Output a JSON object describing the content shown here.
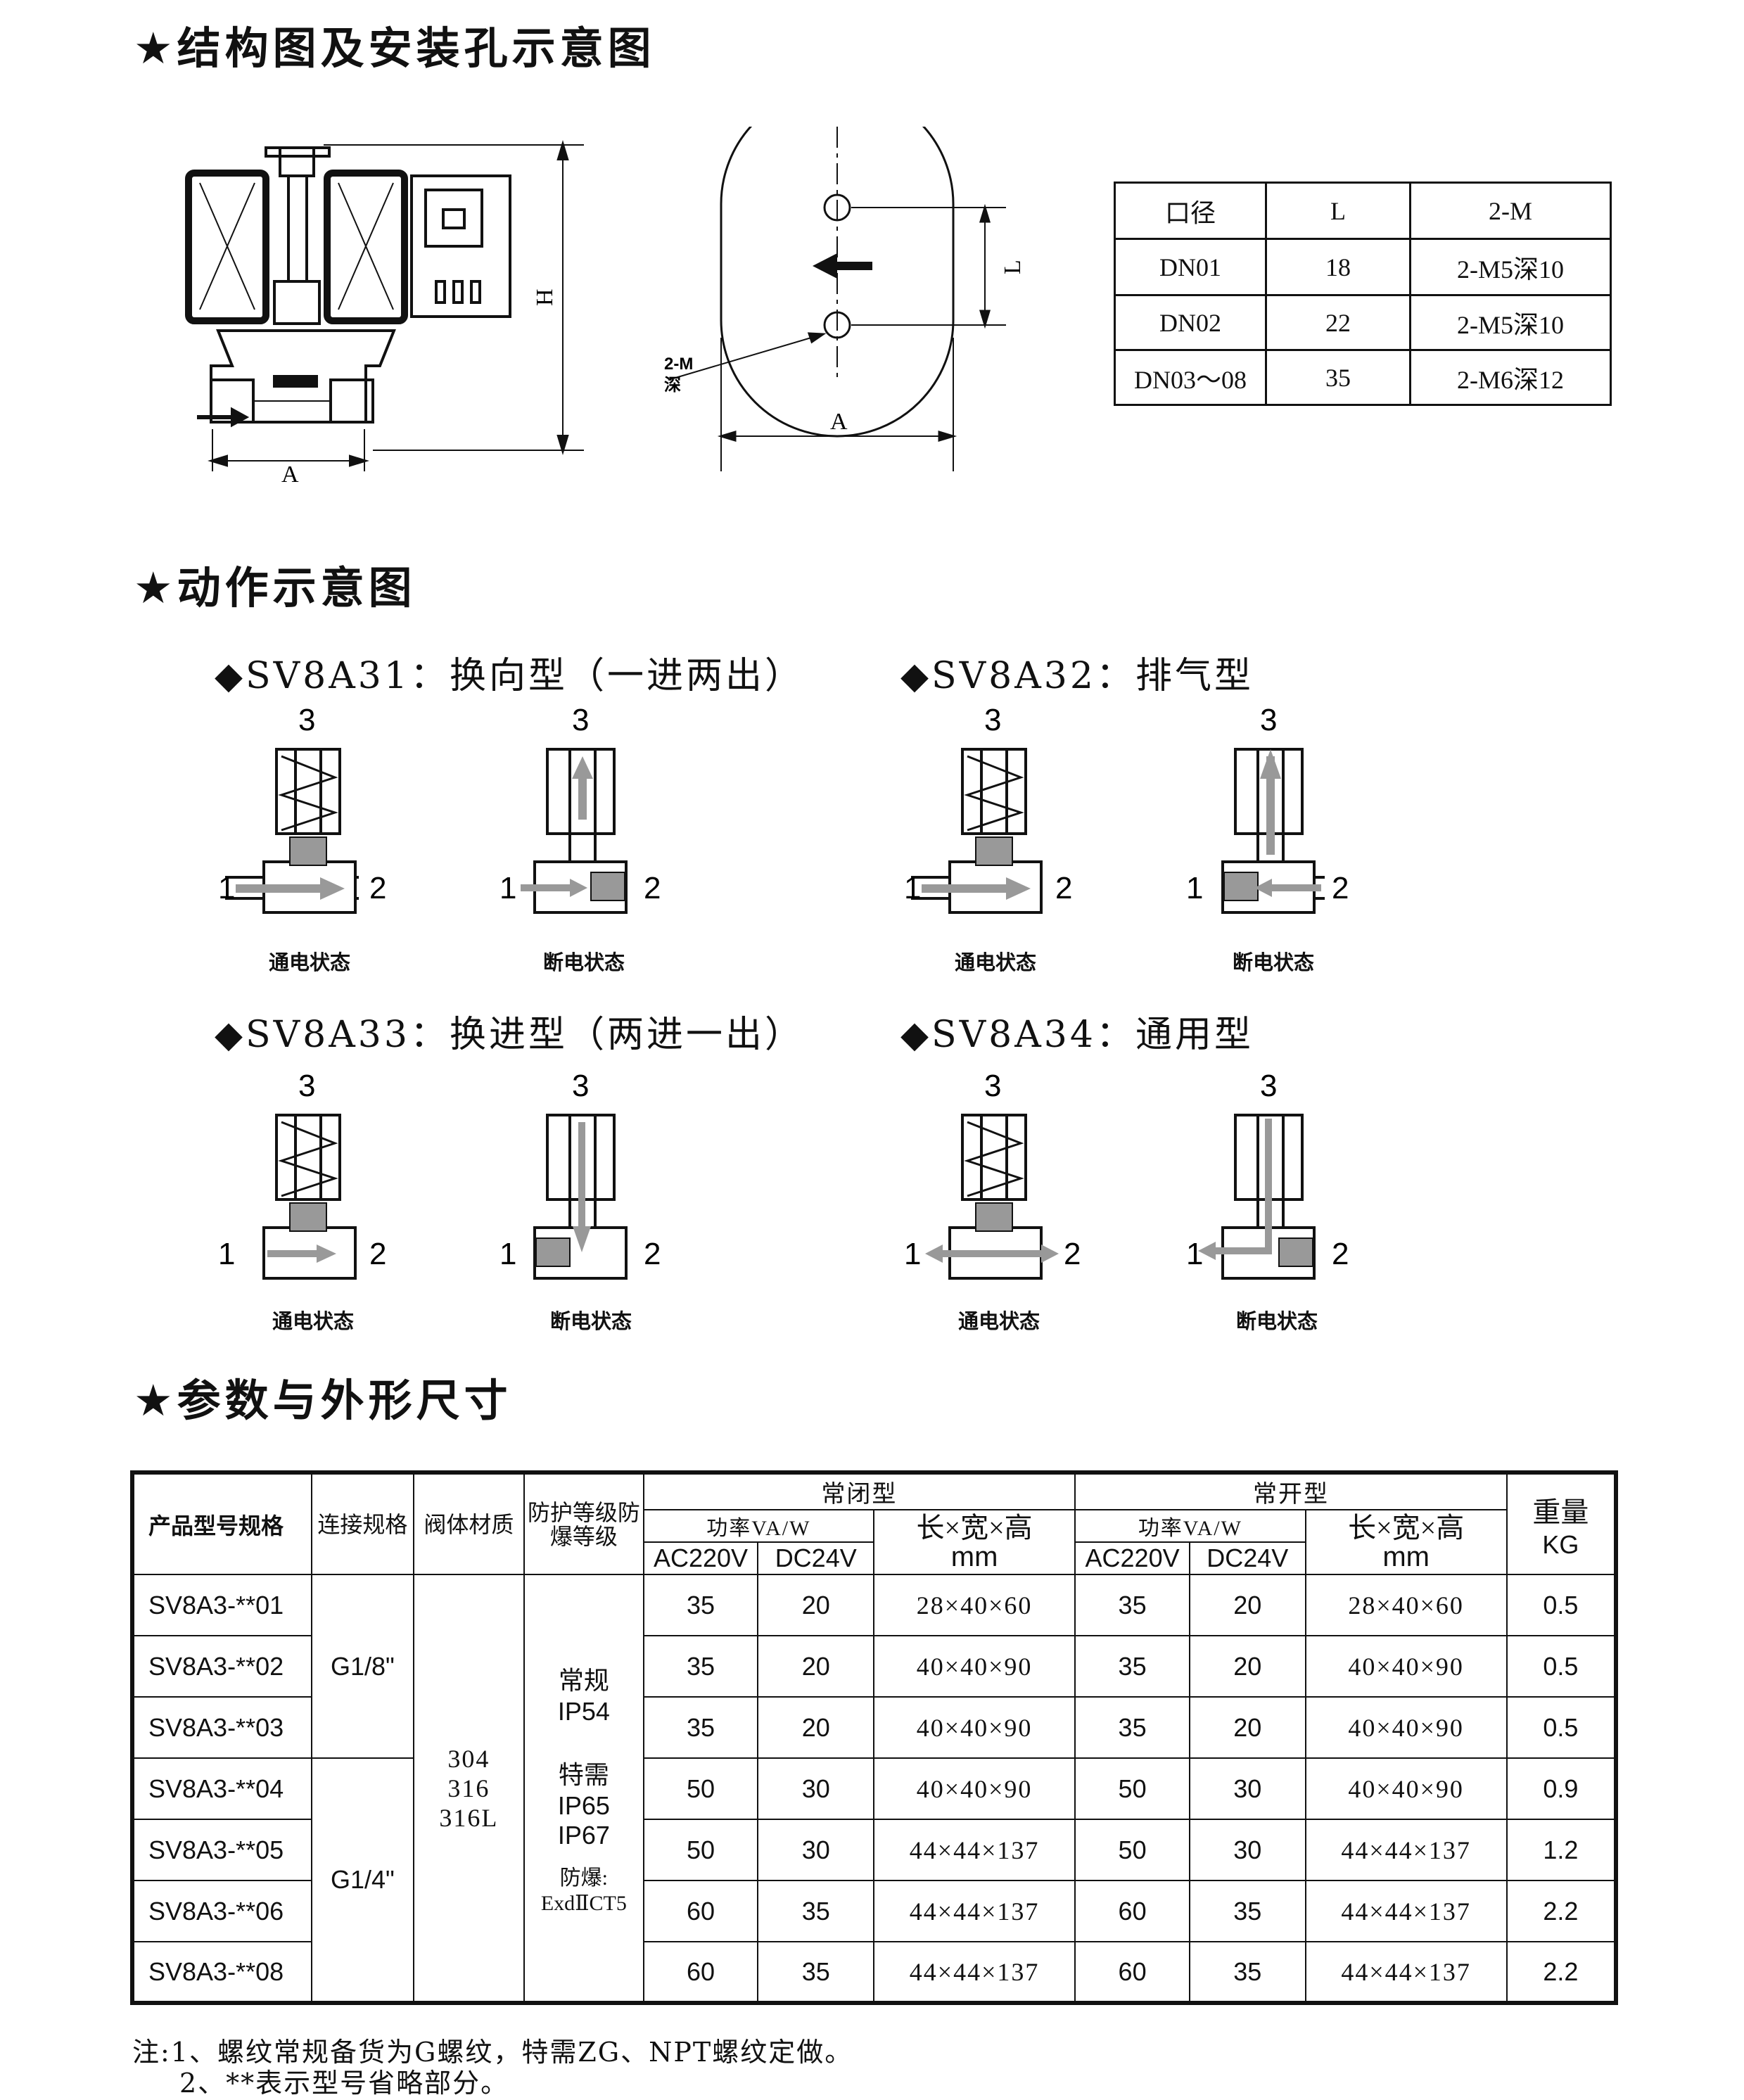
{
  "sections": {
    "structure_title": "★结构图及安装孔示意图",
    "action_title": "★动作示意图",
    "params_title": "★参数与外形尺寸"
  },
  "structure": {
    "dim_A1": "A",
    "dim_H": "H",
    "dim_A2": "A",
    "dim_L": "L",
    "hole_label_1": "2-M",
    "hole_label_2": "深"
  },
  "hole_table": {
    "headers": [
      "口径",
      "L",
      "2-M"
    ],
    "rows": [
      [
        "DN01",
        "18",
        "2-M5深10"
      ],
      [
        "DN02",
        "22",
        "2-M5深10"
      ],
      [
        "DN03～08",
        "35",
        "2-M6深12"
      ]
    ]
  },
  "actions": [
    {
      "title": "◆SV8A31：换向型（一进两出）",
      "on": "通电状态",
      "off": "断电状态"
    },
    {
      "title": "◆SV8A32：排气型",
      "on": "通电状态",
      "off": "断电状态"
    },
    {
      "title": "◆SV8A33：换进型（两进一出）",
      "on": "通电状态",
      "off": "断电状态"
    },
    {
      "title": "◆SV8A34：通用型",
      "on": "通电状态",
      "off": "断电状态"
    }
  ],
  "port_labels": {
    "p1": "1",
    "p2": "2",
    "p3": "3"
  },
  "params": {
    "h_model": "产品型号规格",
    "h_conn": "连接规格",
    "h_body": "阀体材质",
    "h_prot": "防护等级防爆等级",
    "h_nc": "常闭型",
    "h_no": "常开型",
    "h_power": "功率VA/W",
    "h_dim": "长×宽×高",
    "h_mm": "mm",
    "h_ac": "AC220V",
    "h_dc": "DC24V",
    "h_weight": "重量",
    "h_kg": "KG",
    "conn_a": "G1/8\"",
    "conn_b": "G1/4\"",
    "body_1": "304",
    "body_2": "316",
    "body_3": "316L",
    "prot_1": "常规",
    "prot_2": "IP54",
    "prot_3": "特需",
    "prot_4": "IP65",
    "prot_5": "IP67",
    "prot_6": "防爆:",
    "prot_7": "ExdⅡCT5",
    "rows": [
      [
        "SV8A3-**01",
        "35",
        "20",
        "28×40×60",
        "35",
        "20",
        "28×40×60",
        "0.5"
      ],
      [
        "SV8A3-**02",
        "35",
        "20",
        "40×40×90",
        "35",
        "20",
        "40×40×90",
        "0.5"
      ],
      [
        "SV8A3-**03",
        "35",
        "20",
        "40×40×90",
        "35",
        "20",
        "40×40×90",
        "0.5"
      ],
      [
        "SV8A3-**04",
        "50",
        "30",
        "40×40×90",
        "50",
        "30",
        "40×40×90",
        "0.9"
      ],
      [
        "SV8A3-**05",
        "50",
        "30",
        "44×44×137",
        "50",
        "30",
        "44×44×137",
        "1.2"
      ],
      [
        "SV8A3-**06",
        "60",
        "35",
        "44×44×137",
        "60",
        "35",
        "44×44×137",
        "2.2"
      ],
      [
        "SV8A3-**08",
        "60",
        "35",
        "44×44×137",
        "60",
        "35",
        "44×44×137",
        "2.2"
      ]
    ]
  },
  "notes": [
    "注:1、螺纹常规备货为G螺纹，特需ZG、NPT螺纹定做。",
    "2、**表示型号省略部分。"
  ],
  "colors": {
    "ink": "#111111",
    "gray": "#999999"
  }
}
